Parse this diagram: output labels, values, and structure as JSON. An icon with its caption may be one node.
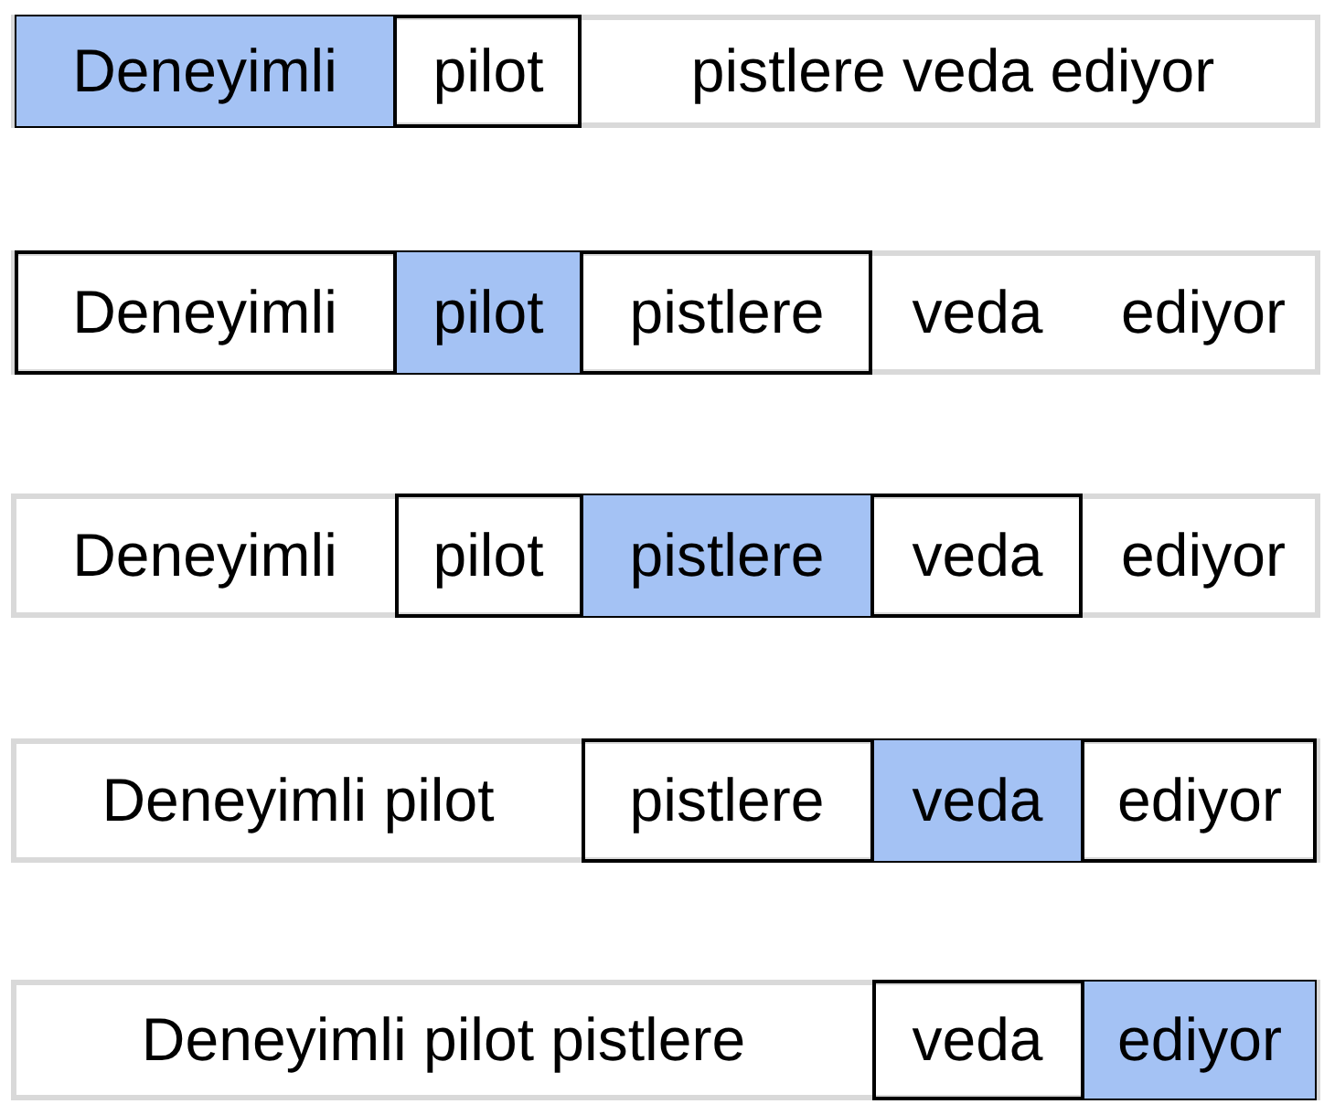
{
  "diagram": {
    "nodes": [
      {
        "text": [
          "pistlere veda ediyor"
        ]
      },
      {
        "text": [],
        "shape": "box",
        "in": 0
      },
      {
        "text": [
          "Deneyimli"
        ],
        "in": 1
      },
      {
        "text": [
          "pilot"
        ],
        "in": 1
      },
      {
        "text": [
          "veda",
          "ediyor"
        ]
      },
      {
        "text": [],
        "shape": "box",
        "in": 4
      },
      {
        "text": [
          "Deneyimli"
        ],
        "in": 5
      },
      {
        "text": [
          "pilot"
        ],
        "in": 5
      },
      {
        "text": [
          "pistlere"
        ],
        "in": 5
      },
      {
        "text": [
          "Deneyimli",
          "ediyor"
        ]
      },
      {
        "text": [],
        "shape": "box",
        "in": 9
      },
      {
        "text": [
          "pilot"
        ],
        "in": 10
      },
      {
        "text": [
          "pistlere"
        ],
        "in": 10
      },
      {
        "text": [
          "veda"
        ],
        "in": 10
      },
      {
        "text": [
          "Deneyimli pilot"
        ]
      },
      {
        "text": [],
        "shape": "box",
        "in": 14
      },
      {
        "text": [
          "pistlere"
        ],
        "in": 15
      },
      {
        "text": [
          "veda"
        ],
        "in": 15
      },
      {
        "text": [
          "ediyor"
        ],
        "in": 15
      },
      {
        "text": [
          "Deneyimli pilot pistlere"
        ]
      },
      {
        "text": [],
        "shape": "box",
        "in": 19
      },
      {
        "text": [
          "veda"
        ],
        "in": 20
      },
      {
        "text": [
          "ediyor"
        ],
        "in": 20
      }
    ]
  }
}
